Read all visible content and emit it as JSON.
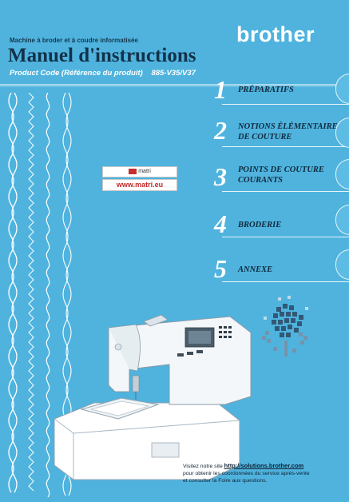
{
  "brand": "brother",
  "subtitle": "Machine à broder et à coudre informatisée",
  "title": "Manuel d'instructions",
  "product_code_label": "Product Code (Référence du produit)",
  "product_code_value": "885-V35/V37",
  "chapters": [
    {
      "number": "1",
      "label_line1": "PRÉPARATIFS",
      "label_line2": ""
    },
    {
      "number": "2",
      "label_line1": "NOTIONS ÉLÉMENTAIRES",
      "label_line2": "DE COUTURE"
    },
    {
      "number": "3",
      "label_line1": "POINTS DE COUTURE",
      "label_line2": "COURANTS"
    },
    {
      "number": "4",
      "label_line1": "BRODERIE",
      "label_line2": ""
    },
    {
      "number": "5",
      "label_line1": "ANNEXE",
      "label_line2": ""
    }
  ],
  "ad": {
    "logo_text": "matri",
    "url_text": "www.matri.eu"
  },
  "footer": {
    "visit_text": "Visitez notre site",
    "url": "http://solutions.brother.com",
    "line2": "pour obtenir les coordonnées du service après-vente",
    "line3": "et consulter la Foire aux questions."
  },
  "colors": {
    "background": "#4fb3de",
    "title": "#12324a",
    "ad_url": "#c02828"
  }
}
